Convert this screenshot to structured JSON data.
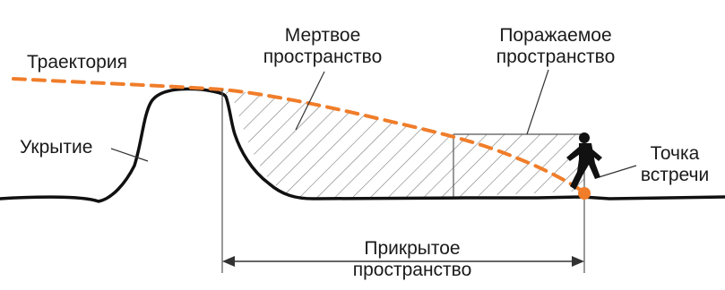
{
  "labels": {
    "trajectory": "Траектория",
    "dead_space_line1": "Мертвое",
    "dead_space_line2": "пространство",
    "hit_space_line1": "Поражаемое",
    "hit_space_line2": "пространство",
    "cover": "Укрытие",
    "meeting_point_line1": "Точка",
    "meeting_point_line2": "встречи",
    "covered_space_line1": "Прикрытое",
    "covered_space_line2": "пространство"
  },
  "colors": {
    "trajectory": "#f07d2a",
    "meeting_point": "#f07d2a",
    "ground": "#111111",
    "hatch": "#7a7a7a",
    "figure": "#111111"
  },
  "icons": {
    "soldier": "running-soldier-icon"
  }
}
